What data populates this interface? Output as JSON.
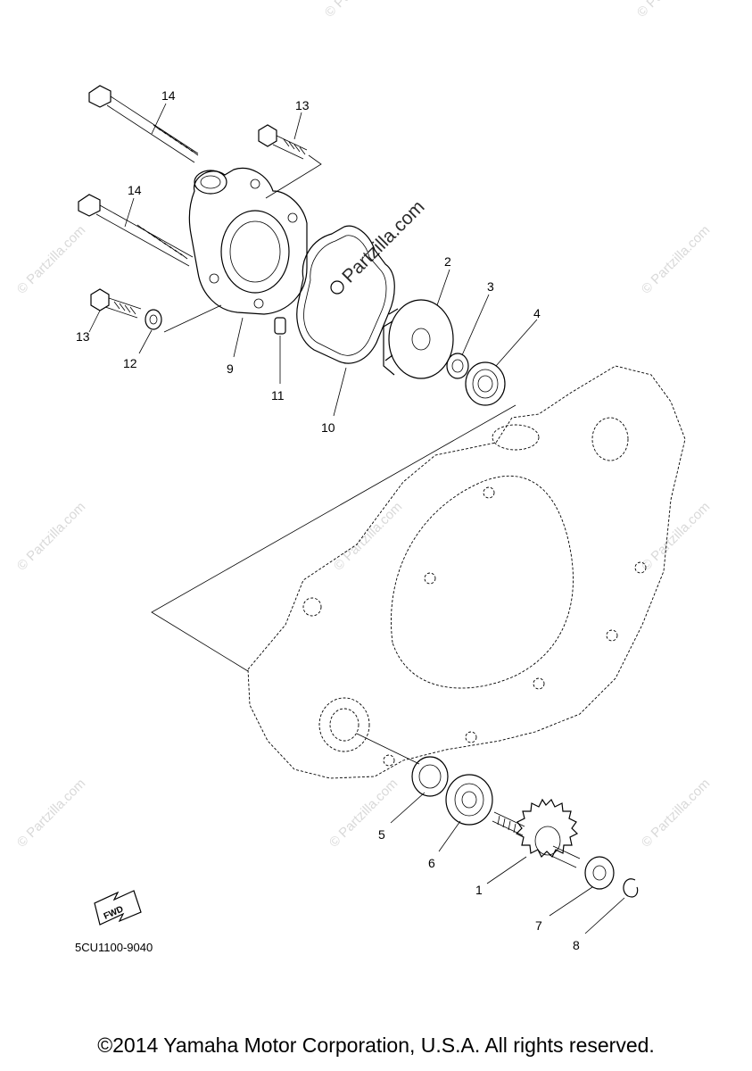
{
  "watermark": {
    "text": "© Partzilla.com",
    "main_text": "Partzilla.com"
  },
  "callouts": {
    "p1": "1",
    "p2": "2",
    "p3": "3",
    "p4": "4",
    "p5": "5",
    "p6": "6",
    "p7": "7",
    "p8": "8",
    "p9": "9",
    "p10": "10",
    "p11": "11",
    "p12": "12",
    "p13a": "13",
    "p13b": "13",
    "p14a": "14",
    "p14b": "14"
  },
  "fwd_label": "FWD",
  "diagram_code": "5CU1100-9040",
  "copyright": "©2014 Yamaha Motor Corporation, U.S.A. All rights reserved."
}
